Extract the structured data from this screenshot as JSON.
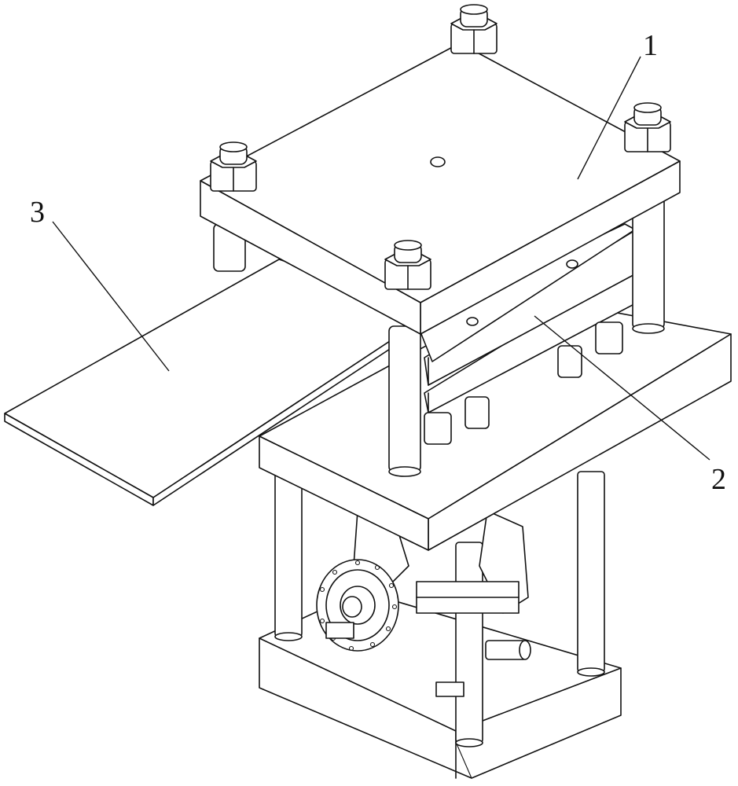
{
  "figure": {
    "callouts": [
      {
        "id": "top-plate",
        "text": "1"
      },
      {
        "id": "die-set",
        "text": "2"
      },
      {
        "id": "side-table",
        "text": "3"
      }
    ]
  }
}
